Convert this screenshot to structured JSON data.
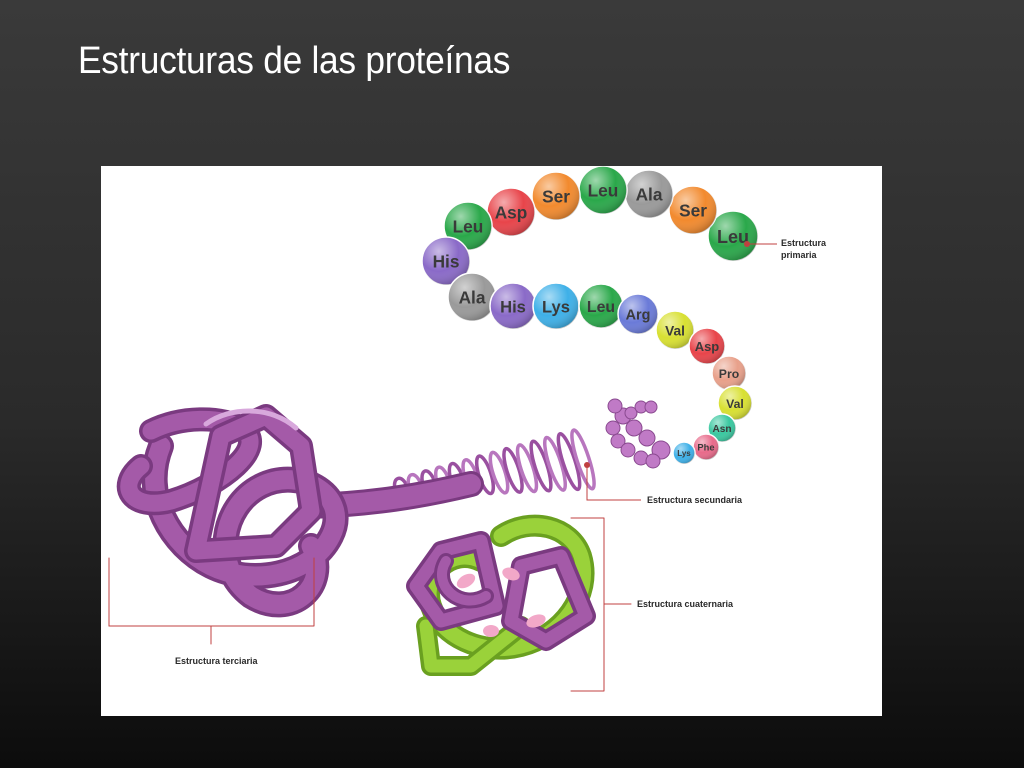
{
  "slide": {
    "title": "Estructuras de las proteínas"
  },
  "diagram": {
    "labels": {
      "primary_line1": "Estructura",
      "primary_line2": "primaria",
      "secondary": "Estructura secundaria",
      "tertiary": "Estructura terciaria",
      "quaternary": "Estructura cuaternaria"
    },
    "amino_acids": [
      {
        "name": "Leu",
        "color": "#2aa84a"
      },
      {
        "name": "Ser",
        "color": "#f28a2e"
      },
      {
        "name": "Ala",
        "color": "#9a9a9a"
      },
      {
        "name": "Leu",
        "color": "#2aa84a"
      },
      {
        "name": "Ser",
        "color": "#f28a2e"
      },
      {
        "name": "Asp",
        "color": "#e8444a"
      },
      {
        "name": "Leu",
        "color": "#2aa84a"
      },
      {
        "name": "His",
        "color": "#8a6ac8"
      },
      {
        "name": "Ala",
        "color": "#9a9a9a"
      },
      {
        "name": "His",
        "color": "#8a6ac8"
      },
      {
        "name": "Lys",
        "color": "#3eb0e8"
      },
      {
        "name": "Leu",
        "color": "#2aa84a"
      },
      {
        "name": "Arg",
        "color": "#6a7ad8"
      },
      {
        "name": "Val",
        "color": "#d8e032"
      },
      {
        "name": "Asp",
        "color": "#e8444a"
      },
      {
        "name": "Pro",
        "color": "#e8a08a"
      },
      {
        "name": "Val",
        "color": "#d8e032"
      },
      {
        "name": "Asn",
        "color": "#3ac8a0"
      },
      {
        "name": "Phe",
        "color": "#e86a8a"
      },
      {
        "name": "Lys",
        "color": "#3eb0e8"
      }
    ],
    "colors": {
      "protein": "#a45aa8",
      "quaternary_green": "#9ad23a",
      "label_line": "#c04040"
    }
  }
}
